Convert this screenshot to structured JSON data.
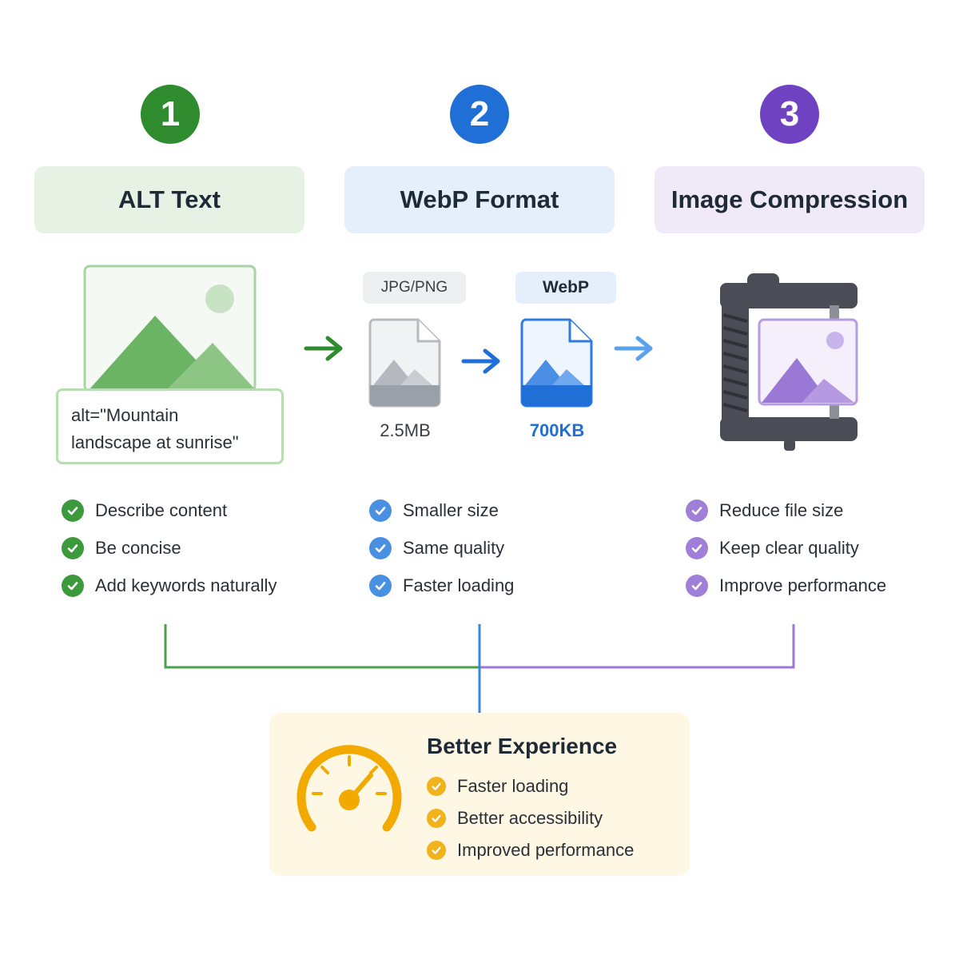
{
  "steps": [
    {
      "number": "1",
      "title": "ALT Text",
      "alt_code": "alt=\"Mountain landscape at sunrise\"",
      "alt_line1": "alt=\"Mountain",
      "alt_line2": "landscape at sunrise\"",
      "checks": [
        "Describe content",
        "Be concise",
        "Add keywords naturally"
      ],
      "color": "#2e8b2e"
    },
    {
      "number": "2",
      "title": "WebP Format",
      "from_label": "JPG/PNG",
      "to_label": "WebP",
      "from_size": "2.5MB",
      "to_size": "700KB",
      "checks": [
        "Smaller size",
        "Same quality",
        "Faster loading"
      ],
      "color": "#1f6fd6"
    },
    {
      "number": "3",
      "title": "Image Compression",
      "checks": [
        "Reduce file size",
        "Keep clear quality",
        "Improve performance"
      ],
      "color": "#6f42c1"
    }
  ],
  "result": {
    "title": "Better Experience",
    "checks": [
      "Faster loading",
      "Better accessibility",
      "Improved performance"
    ],
    "color": "#f2a900"
  },
  "icons": [
    "image-icon",
    "file-icon",
    "clamp-icon",
    "speedometer-icon",
    "check-icon",
    "arrow-right-icon"
  ]
}
